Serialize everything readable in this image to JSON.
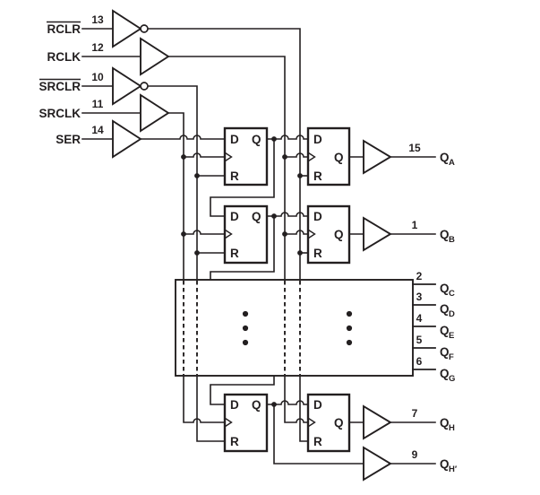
{
  "inputs": [
    {
      "name": "RCLR",
      "pin": "13",
      "overline": true
    },
    {
      "name": "RCLK",
      "pin": "12",
      "overline": false
    },
    {
      "name": "SRCLR",
      "pin": "10",
      "overline": true
    },
    {
      "name": "SRCLK",
      "pin": "11",
      "overline": false
    },
    {
      "name": "SER",
      "pin": "14",
      "overline": false
    }
  ],
  "outputs": [
    {
      "pin": "15",
      "main": "Q",
      "sub": "A"
    },
    {
      "pin": "1",
      "main": "Q",
      "sub": "B"
    },
    {
      "pin": "2",
      "main": "Q",
      "sub": "C"
    },
    {
      "pin": "3",
      "main": "Q",
      "sub": "D"
    },
    {
      "pin": "4",
      "main": "Q",
      "sub": "E"
    },
    {
      "pin": "5",
      "main": "Q",
      "sub": "F"
    },
    {
      "pin": "6",
      "main": "Q",
      "sub": "G"
    },
    {
      "pin": "7",
      "main": "Q",
      "sub": "H"
    },
    {
      "pin": "9",
      "main": "Q",
      "sub": "H′"
    }
  ],
  "flipflop": {
    "d": "D",
    "q": "Q",
    "r": "R"
  },
  "colors": {
    "line": "#231f20",
    "background": "#ffffff"
  }
}
